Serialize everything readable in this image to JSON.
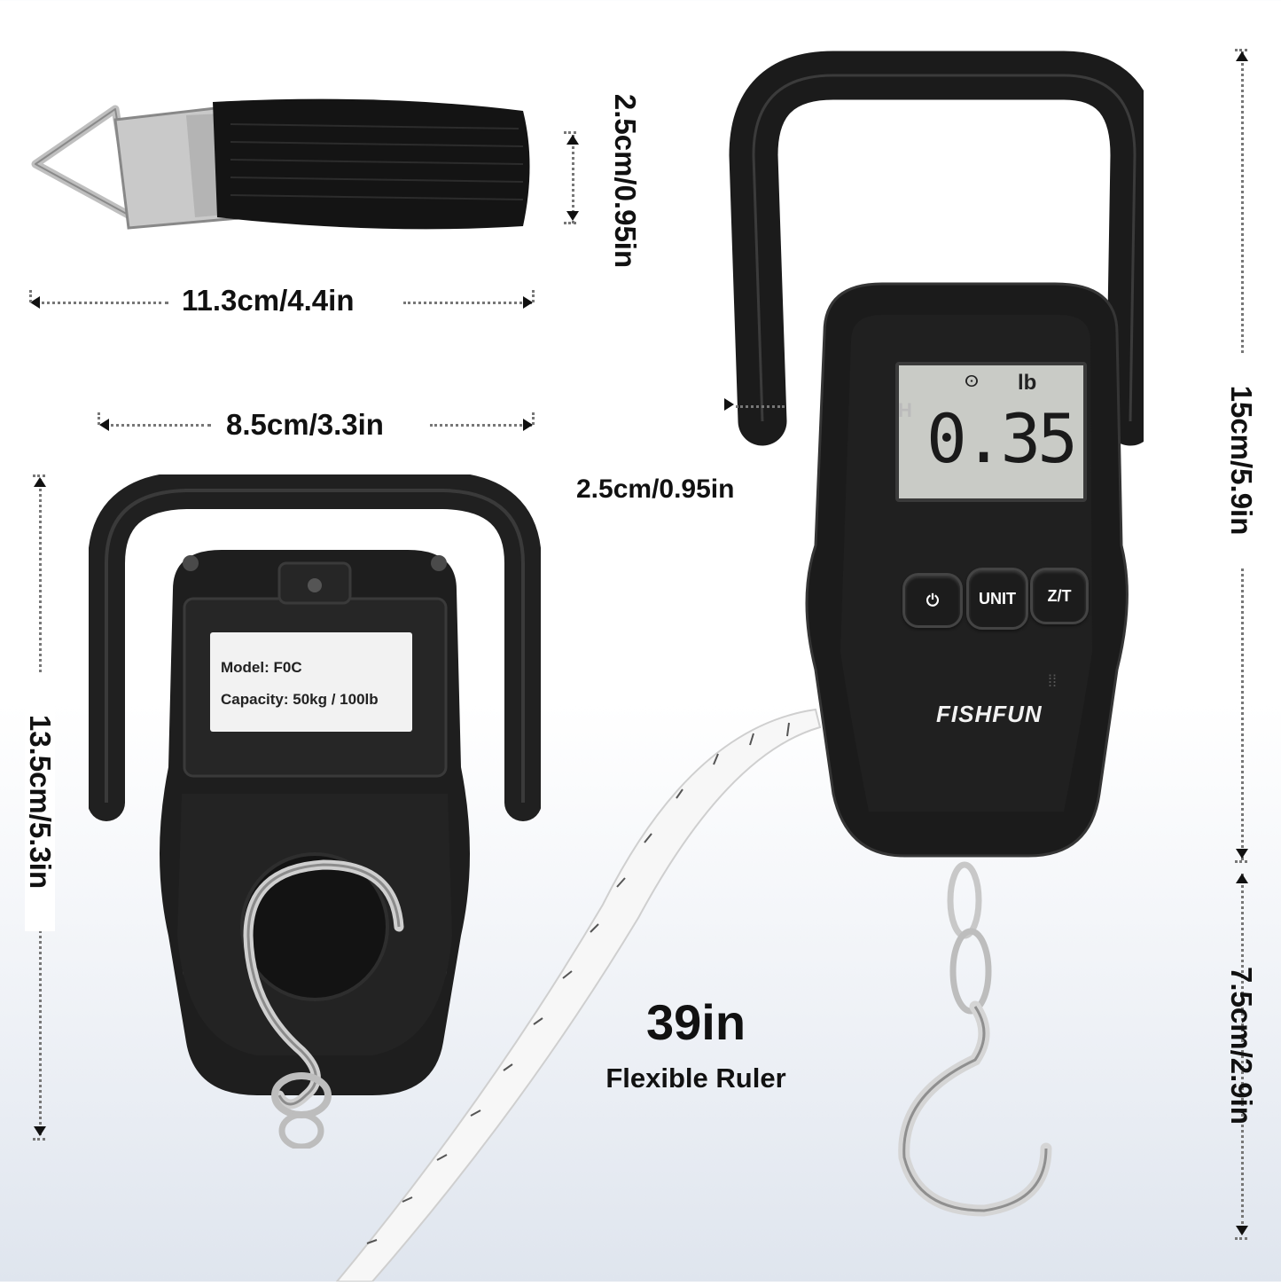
{
  "dimensions": {
    "strap_width": "2.5cm/0.95in",
    "strap_length": "11.3cm/4.4in",
    "back_width": "8.5cm/3.3in",
    "back_height": "13.5cm/5.3in",
    "handle_thickness": "2.5cm/0.95in",
    "body_height": "15cm/5.9in",
    "hook_length": "7.5cm/2.9in"
  },
  "label": {
    "model": "Model: F0C",
    "capacity": "Capacity: 50kg / 100lb"
  },
  "display": {
    "reading": "0.35",
    "unit": "lb",
    "hold_indicator": "H",
    "stable_icon": "ⵙ"
  },
  "buttons": {
    "power": "⏻",
    "unit": "UNIT",
    "zero": "Z/T"
  },
  "brand": "FISHFUN",
  "ruler": {
    "headline": "39in",
    "subline": "Flexible Ruler"
  },
  "colors": {
    "device_body": "#1a1a1a",
    "screen": "#c9cbc6",
    "accent": "#111111"
  }
}
